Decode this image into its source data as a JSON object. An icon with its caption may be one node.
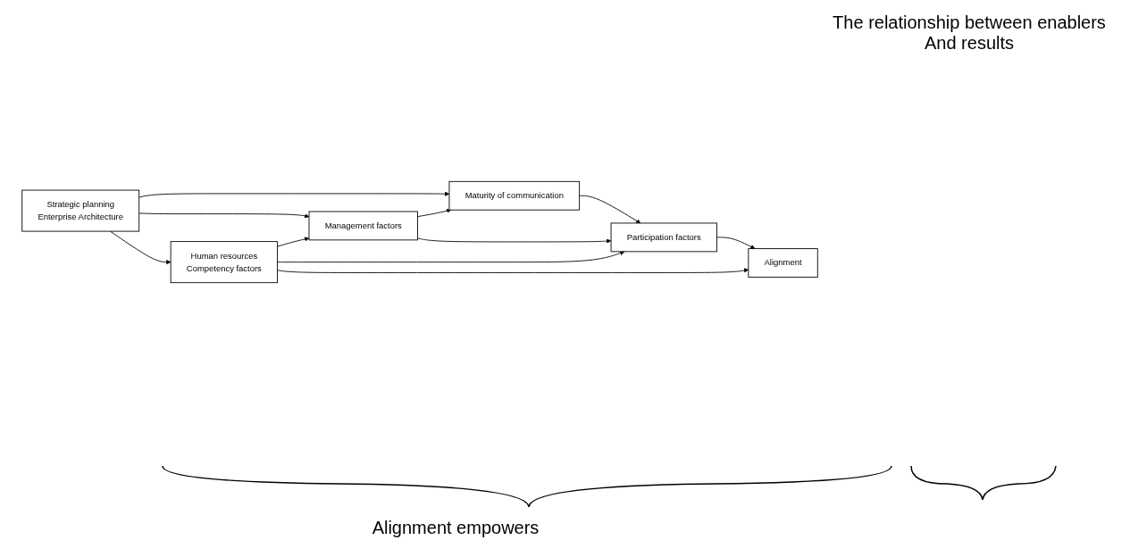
{
  "diagram": {
    "nodes": [
      {
        "text": [
          "Maturity of communication"
        ]
      },
      {
        "text": [
          "Strategic planning",
          "Enterprise Architecture"
        ]
      },
      {
        "text": [
          "Management factors"
        ]
      },
      {
        "text": [
          "Participation factors"
        ]
      },
      {
        "text": [
          "Alignment"
        ]
      },
      {
        "text": [
          "Human resources",
          "Competency factors"
        ]
      }
    ],
    "edges": [
      {
        "from": 1,
        "to": 0,
        "arrow": "to"
      },
      {
        "from": 1,
        "to": 2,
        "arrow": "to"
      },
      {
        "from": 1,
        "to": 5,
        "arrow": "to"
      },
      {
        "from": 2,
        "to": 0,
        "arrow": "to"
      },
      {
        "from": 2,
        "to": 3,
        "arrow": "to"
      },
      {
        "from": 0,
        "to": 3,
        "arrow": "to"
      },
      {
        "from": 5,
        "to": 2,
        "arrow": "to"
      },
      {
        "from": 5,
        "to": 3,
        "arrow": "to"
      },
      {
        "from": 5,
        "to": 4,
        "arrow": "to"
      },
      {
        "from": 3,
        "to": 4,
        "arrow": "to"
      }
    ],
    "labels": [
      "The relationship between enablers And results",
      "Alignment empowers"
    ]
  }
}
